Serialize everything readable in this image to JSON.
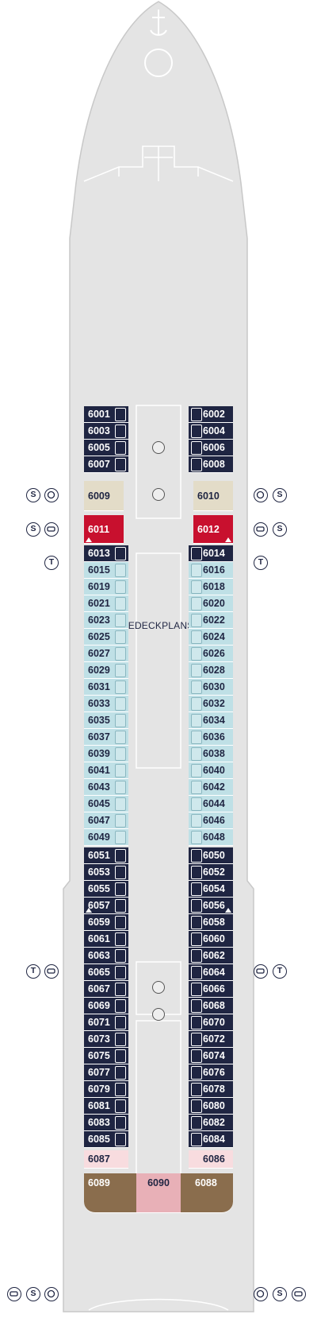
{
  "watermark": "CRUISEDECKPLANS.COM",
  "colors": {
    "hull": "#e4e4e4",
    "navy": "#1f2542",
    "light": "#bfe0e6",
    "red": "#c8102e",
    "beige": "#e3dcc8",
    "brown": "#8a6d4d",
    "pink": "#f8dcdf",
    "rose": "#e8b0b7"
  },
  "legend_icons": [
    "suite-icon",
    "spa-icon",
    "tub-icon",
    "tender-icon",
    "bathtub-icon"
  ],
  "cabins": {
    "c6001": "6001",
    "c6002": "6002",
    "c6003": "6003",
    "c6004": "6004",
    "c6005": "6005",
    "c6006": "6006",
    "c6007": "6007",
    "c6008": "6008",
    "c6009": "6009",
    "c6010": "6010",
    "c6011": "6011",
    "c6012": "6012",
    "c6013": "6013",
    "c6014": "6014",
    "c6015": "6015",
    "c6016": "6016",
    "c6019": "6019",
    "c6018": "6018",
    "c6021": "6021",
    "c6020": "6020",
    "c6023": "6023",
    "c6022": "6022",
    "c6025": "6025",
    "c6024": "6024",
    "c6027": "6027",
    "c6026": "6026",
    "c6029": "6029",
    "c6028": "6028",
    "c6031": "6031",
    "c6030": "6030",
    "c6033": "6033",
    "c6032": "6032",
    "c6035": "6035",
    "c6034": "6034",
    "c6037": "6037",
    "c6036": "6036",
    "c6039": "6039",
    "c6038": "6038",
    "c6041": "6041",
    "c6040": "6040",
    "c6043": "6043",
    "c6042": "6042",
    "c6045": "6045",
    "c6044": "6044",
    "c6047": "6047",
    "c6046": "6046",
    "c6049": "6049",
    "c6048": "6048",
    "c6051": "6051",
    "c6050": "6050",
    "c6053": "6053",
    "c6052": "6052",
    "c6055": "6055",
    "c6054": "6054",
    "c6057": "6057",
    "c6056": "6056",
    "c6059": "6059",
    "c6058": "6058",
    "c6061": "6061",
    "c6060": "6060",
    "c6063": "6063",
    "c6062": "6062",
    "c6065": "6065",
    "c6064": "6064",
    "c6067": "6067",
    "c6066": "6066",
    "c6069": "6069",
    "c6068": "6068",
    "c6071": "6071",
    "c6070": "6070",
    "c6073": "6073",
    "c6072": "6072",
    "c6075": "6075",
    "c6074": "6074",
    "c6077": "6077",
    "c6076": "6076",
    "c6079": "6079",
    "c6078": "6078",
    "c6081": "6081",
    "c6080": "6080",
    "c6083": "6083",
    "c6082": "6082",
    "c6085": "6085",
    "c6084": "6084",
    "c6087": "6087",
    "c6086": "6086",
    "c6089": "6089",
    "c6090": "6090",
    "c6088": "6088"
  },
  "legend_letters": {
    "suite": "S",
    "tender": "T"
  }
}
